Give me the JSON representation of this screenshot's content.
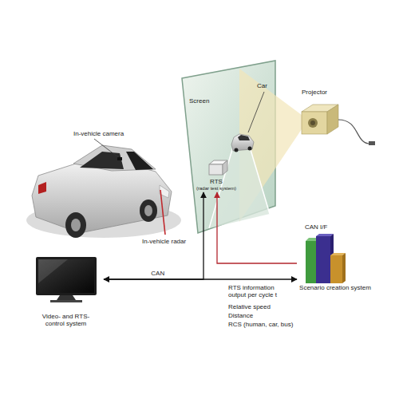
{
  "diagram": {
    "nodes": [
      {
        "text": [
          "RTS",
          "(radar test system)"
        ]
      },
      {
        "text": [
          "Video- and RTS-control system"
        ]
      },
      {
        "text": [
          "Scenario creation system"
        ]
      }
    ],
    "edges": [
      {
        "from": 1,
        "to": 2,
        "arrow": "both",
        "label": "CAN"
      },
      {
        "from": 1,
        "to": 0,
        "arrow": "to"
      },
      {
        "from": 2,
        "to": 0,
        "arrow": "to"
      }
    ],
    "labels": [
      "In-vehicle camera",
      "Screen",
      "Car",
      "Projector",
      "In-vehicle radar",
      "CAN I/F",
      "RTS information output per cycle t",
      "Relative speed",
      "Distance",
      "RCS (human, car, bus)"
    ]
  }
}
